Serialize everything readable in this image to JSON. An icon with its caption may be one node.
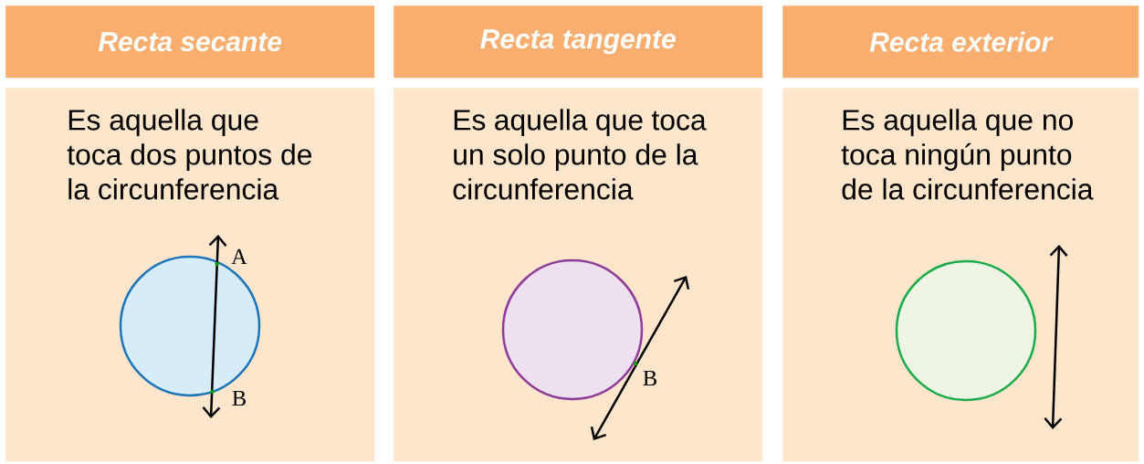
{
  "diagram": {
    "nodes": [
      {
        "text": [
          "Recta secante"
        ]
      },
      {
        "text": [
          "Es aquella que toca dos puntos de la circunferencia"
        ]
      },
      {
        "text": [
          "Recta tangente"
        ]
      },
      {
        "text": [
          "Es aquella que toca un solo punto de la circunferencia"
        ]
      },
      {
        "text": [
          "Recta exterior"
        ]
      },
      {
        "text": [
          "Es aquella que no toca ningún punto de la circunferencia"
        ]
      }
    ],
    "labels": [
      "A",
      "B",
      "B"
    ]
  }
}
